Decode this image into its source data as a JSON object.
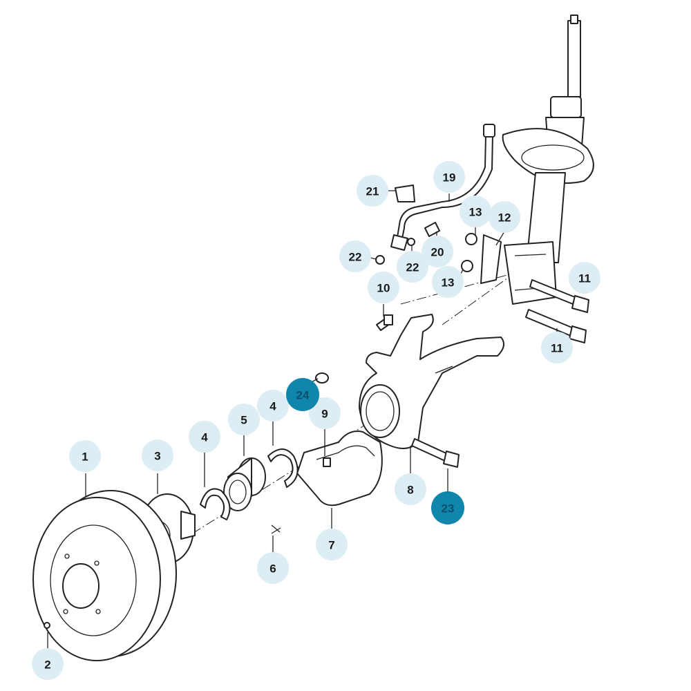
{
  "diagram": {
    "callouts": [
      {
        "id": "1",
        "label": "1",
        "active": false
      },
      {
        "id": "2",
        "label": "2",
        "active": false
      },
      {
        "id": "3",
        "label": "3",
        "active": false
      },
      {
        "id": "4a",
        "label": "4",
        "active": false
      },
      {
        "id": "4b",
        "label": "4",
        "active": false
      },
      {
        "id": "5",
        "label": "5",
        "active": false
      },
      {
        "id": "6",
        "label": "6",
        "active": false
      },
      {
        "id": "7",
        "label": "7",
        "active": false
      },
      {
        "id": "8",
        "label": "8",
        "active": false
      },
      {
        "id": "9",
        "label": "9",
        "active": false
      },
      {
        "id": "10",
        "label": "10",
        "active": false
      },
      {
        "id": "11a",
        "label": "11",
        "active": false
      },
      {
        "id": "11b",
        "label": "11",
        "active": false
      },
      {
        "id": "12",
        "label": "12",
        "active": false
      },
      {
        "id": "13a",
        "label": "13",
        "active": false
      },
      {
        "id": "13b",
        "label": "13",
        "active": false
      },
      {
        "id": "19",
        "label": "19",
        "active": false
      },
      {
        "id": "20",
        "label": "20",
        "active": false
      },
      {
        "id": "21",
        "label": "21",
        "active": false
      },
      {
        "id": "22a",
        "label": "22",
        "active": false
      },
      {
        "id": "22b",
        "label": "22",
        "active": false
      },
      {
        "id": "23",
        "label": "23",
        "active": true
      },
      {
        "id": "24",
        "label": "24",
        "active": true
      }
    ],
    "colors": {
      "callout_bg": "#dcedf4",
      "callout_active_bg": "#1186ad",
      "line": "#222222"
    }
  }
}
